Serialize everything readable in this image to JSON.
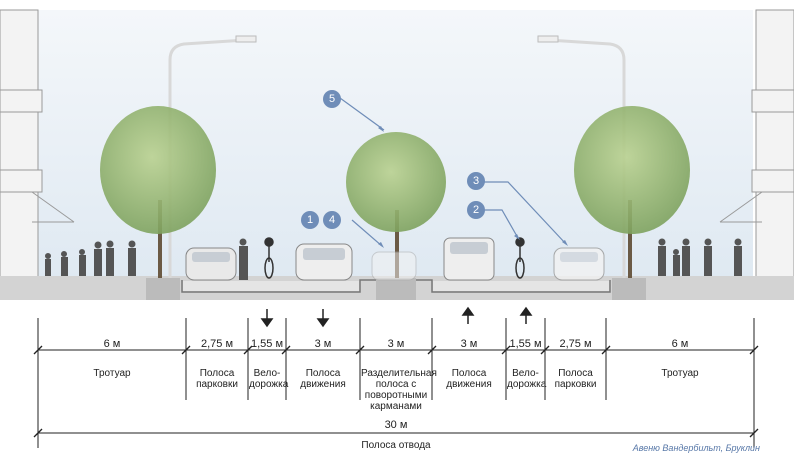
{
  "segments": [
    {
      "width": "6 м",
      "label": "Тротуар"
    },
    {
      "width": "2,75 м",
      "label": "Полоса парковки"
    },
    {
      "width": "1,55 м",
      "label": "Вело-дорожка"
    },
    {
      "width": "3 м",
      "label": "Полоса движения"
    },
    {
      "width": "3 м",
      "label": "Разделительная полоса с поворотными карманами"
    },
    {
      "width": "3 м",
      "label": "Полоса движения"
    },
    {
      "width": "1,55 м",
      "label": "Вело-дорожка"
    },
    {
      "width": "2,75 м",
      "label": "Полоса парковки"
    },
    {
      "width": "6 м",
      "label": "Тротуар"
    }
  ],
  "total": {
    "width": "30 м",
    "label": "Полоса отвода"
  },
  "credit": "Авеню Вандербильт, Бруклин",
  "callouts": [
    "5",
    "1",
    "4",
    "3",
    "2"
  ],
  "colors": {
    "sky": "#e6eef6",
    "badge": "#6f8db8",
    "road": "#c9c9c9",
    "tree": "#8fb070"
  }
}
